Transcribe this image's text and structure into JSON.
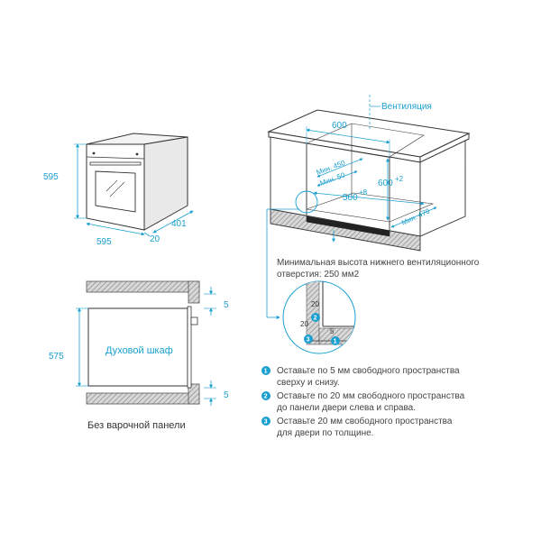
{
  "colors": {
    "accent": "#1aa0d0",
    "ink": "#333333",
    "hatch": "#8a8a8a"
  },
  "oven": {
    "height": "595",
    "width": "595",
    "depth": "401",
    "door": "20"
  },
  "side_section": {
    "height": "575",
    "gap_top": "5",
    "gap_bottom": "5",
    "label": "Духовой шкаф",
    "caption": "Без варочной панели"
  },
  "cabinet": {
    "width_600": "600",
    "ventilation": "Вентиляция",
    "min_450": "Мин. 450",
    "min_50": "Мин. 50",
    "height_600": "600",
    "height_600_sup": "+2",
    "width_560": "560",
    "width_560_sup": "+8",
    "min_470": "Мин. 470"
  },
  "vent_note": {
    "line1": "Минимальная высота нижнего вентиляционного",
    "line2": "отверстия: 250 мм2"
  },
  "detail": {
    "dim_20_top": "20",
    "dim_20_left": "20",
    "dim_5": "5",
    "badge_1": "1",
    "badge_2": "2",
    "badge_3": "3"
  },
  "notes": [
    {
      "num": "1",
      "line1": "Оставьте по 5 мм свободного пространства",
      "line2": "сверху и снизу."
    },
    {
      "num": "2",
      "line1": "Оставьте по 20 мм свободного пространства",
      "line2": "до панели двери слева и справа."
    },
    {
      "num": "3",
      "line1": "Оставьте 20 мм свободного пространства",
      "line2": "для двери по толщине."
    }
  ]
}
